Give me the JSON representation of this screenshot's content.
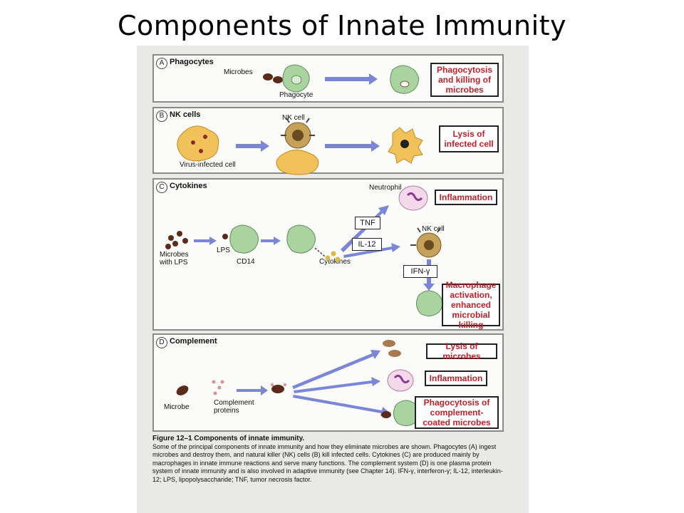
{
  "slide": {
    "title": "Components  of Innate Immunity"
  },
  "panels": [
    {
      "letter": "A",
      "label": "Phagocytes",
      "labels": [
        "Microbes",
        "Phagocyte"
      ],
      "result": "Phagocytosis and killing of microbes"
    },
    {
      "letter": "B",
      "label": "NK cells",
      "labels": [
        "NK cell",
        "Virus-infected cell"
      ],
      "result": "Lysis of infected cell"
    },
    {
      "letter": "C",
      "label": "Cytokines",
      "labels": [
        "Neutrophil",
        "NK cell",
        "Microbes with LPS",
        "LPS",
        "CD14",
        "Cytokines"
      ],
      "boxes": [
        "TNF",
        "IL-12",
        "IFN-γ"
      ],
      "results": [
        "Inflammation",
        "Macrophage activation, enhanced microbial killing"
      ]
    },
    {
      "letter": "D",
      "label": "Complement",
      "labels": [
        "Microbe",
        "Complement proteins"
      ],
      "results": [
        "Lysis of microbes",
        "Inflammation",
        "Phagocytosis of complement-coated microbes"
      ]
    }
  ],
  "caption": {
    "title": "Figure 12–1   Components of innate immunity.",
    "body": "Some of the principal components of innate immunity and how they eliminate microbes are shown. Phagocytes (A) ingest microbes and destroy them, and natural killer (NK) cells (B) kill infected cells. Cytokines (C) are produced mainly by macrophages in innate immune reactions and serve many functions. The complement system (D) is one plasma protein system of innate immunity and is also involved in adaptive immunity (see Chapter 14). IFN-γ, interferon-γ; IL-12, interleukin-12; LPS, lipopolysaccharide; TNF, tumor necrosis factor."
  },
  "colors": {
    "result_text": "#c0202a",
    "arrow": "#7b86d6",
    "macrophage": "#a9d4a0",
    "microbe": "#5a2a1a",
    "infected_cell": "#f2c25a",
    "neutrophil": "#f4d9ea"
  }
}
